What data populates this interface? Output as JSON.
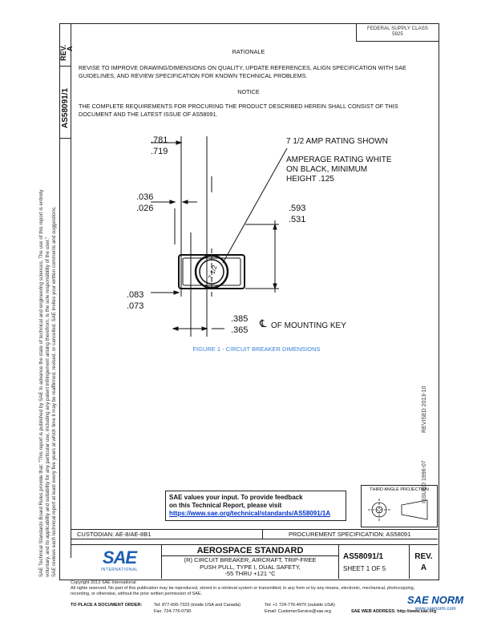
{
  "left_strip": {
    "rev_label": "REV.",
    "rev_value": "A",
    "doc_number": "AS58091/1",
    "disclaimer_1": "SAE Technical Standards Board Rules provide that: \"This report is published by SAE to advance the state of technical and engineering sciences. The use of this report is entirely",
    "disclaimer_2": "voluntary, and its applicability and suitability for any particular use, including any patent infringement arising therefrom, is the sole responsibility of the user.\"",
    "disclaimer_3": "SAE reviews each technical report at least every five years at which time it may be reaffirmed, revised, or cancelled. SAE invites your written comments and suggestions."
  },
  "header": {
    "fed_class_line1": "FEDERAL SUPPLY CLASS",
    "fed_class_line2": "5925"
  },
  "rationale": {
    "heading": "RATIONALE",
    "text": "REVISE TO IMPROVE DRAWING/DIMENSIONS ON QUALITY, UPDATE REFERENCES, ALIGN SPECIFICATION WITH SAE GUIDELINES, AND REVIEW SPECIFICATION FOR KNOWN TECHNICAL PROBLEMS."
  },
  "notice": {
    "heading": "NOTICE",
    "text": "THE COMPLETE REQUIREMENTS FOR PROCURING THE PRODUCT DESCRIBED HEREIN SHALL CONSIST OF THIS DOCUMENT AND THE LATEST ISSUE OF AS58091."
  },
  "figure": {
    "dim_781": ".781",
    "dim_719": ".719",
    "dim_036": ".036",
    "dim_026": ".026",
    "dim_593": ".593",
    "dim_531": ".531",
    "dim_083": ".083",
    "dim_073": ".073",
    "dim_385": ".385",
    "dim_365": ".365",
    "amp_rating": "7 1/2 AMP RATING SHOWN",
    "amperage_note_1": "AMPERAGE RATING WHITE",
    "amperage_note_2": "ON BLACK, MINIMUM",
    "amperage_note_3": "HEIGHT .125",
    "mounting_key": "OF MOUNTING KEY",
    "centerline_symbol": "℄",
    "button_label": "7 1/2",
    "caption": "FIGURE 1 - CIRCUIT BREAKER DIMENSIONS"
  },
  "right_strip": {
    "issued": "ISSUED 1996-07",
    "revised": "REVISED 2013-10"
  },
  "feedback": {
    "line1": "SAE values your input. To provide feedback",
    "line2": "on this Technical Report, please visit",
    "url": "https://www.sae.org/technical/standards/AS58091/1A"
  },
  "projection": {
    "label": "THIRD ANGLE PROJECTION"
  },
  "title_block": {
    "custodian": "CUSTODIAN: AE-8/AE-8B1",
    "procurement": "PROCUREMENT SPECIFICATION: AS58091",
    "logo_text": "SAE",
    "logo_sub": "INTERNATIONAL",
    "standard": "AEROSPACE STANDARD",
    "desc_1": "(R) CIRCUIT BREAKER, AIRCRAFT, TRIP-FREE",
    "desc_2": "PUSH PULL, TYPE I, DUAL SAFETY,",
    "desc_3": "-55 THRU +121 °C",
    "doc_number": "AS58091/1",
    "sheet": "SHEET 1 OF 5",
    "rev_label": "REV.",
    "rev_value": "A"
  },
  "footer": {
    "copyright": "Copyright 2013 SAE International",
    "rights_1": "All rights reserved. No part of this publication may be reproduced, stored in a retrieval system or transmitted, in any form or by any means, electronic, mechanical, photocopying,",
    "rights_2": "recording, or otherwise, without the prior written permission of SAE.",
    "order_label": "TO PLACE A DOCUMENT ORDER:",
    "tel_1": "Tel: 877-606-7323 (inside USA and Canada)",
    "tel_2": "Tel: +1 724-776-4970 (outside USA)",
    "fax": "Fax: 724-776-0790",
    "email": "Email: CustomerService@sae.org",
    "web": "SAE WEB ADDRESS: http://www.sae.org",
    "watermark_1": "SAE NORM",
    "watermark_2": "www.saenorm.com"
  },
  "colors": {
    "caption_blue": "#3a7fd5",
    "link_blue": "#0033cc",
    "logo_blue": "#1d5fb4",
    "watermark_blue": "#0a4f9c"
  }
}
